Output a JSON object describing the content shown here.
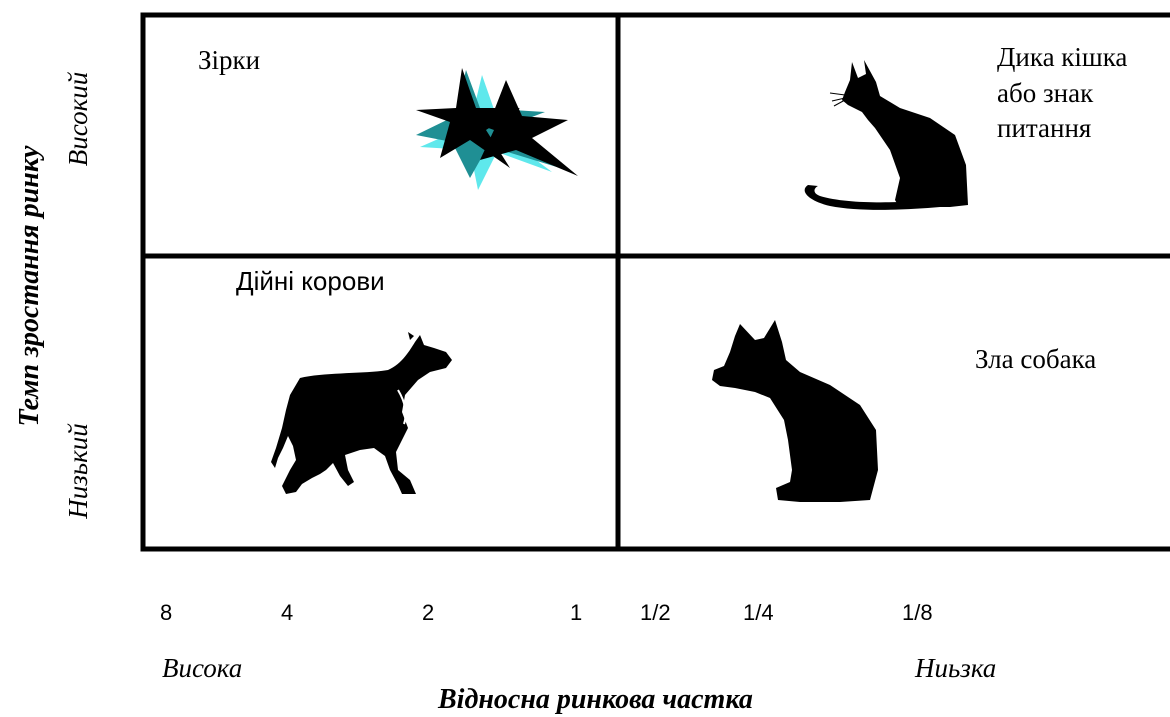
{
  "quadrants": {
    "stars": "Зірки",
    "wildcat": [
      "Дика кішка",
      "або знак",
      "питання"
    ],
    "cash_cows": "Дійні корови",
    "dogs": "Зла собака"
  },
  "y_axis": {
    "title": "Темп зростання ринку",
    "high": "Високий",
    "low": "Низький"
  },
  "x_axis": {
    "title": "Відносна ринкова частка",
    "high": "Висока",
    "low": "Ниьзка",
    "ticks": [
      "8",
      "4",
      "2",
      "1",
      "1/2",
      "1/4",
      "1/8"
    ]
  },
  "colors": {
    "line": "#000000",
    "star_back": "#5fe8ec",
    "star_mid": "#1f8f94",
    "silhouette": "#000000"
  },
  "icons": [
    "stars-icon",
    "wildcat-icon",
    "cow-icon",
    "dog-icon"
  ]
}
